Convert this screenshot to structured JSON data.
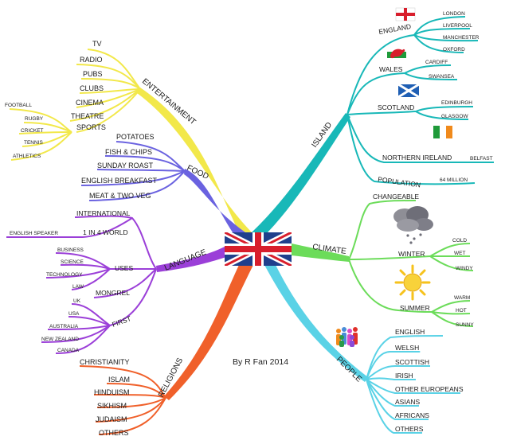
{
  "center": {
    "credit": "By R Fan 2014"
  },
  "colors": {
    "entertainment": "#f2e84a",
    "food": "#6a62e0",
    "language": "#9b3fd8",
    "religions": "#f0602a",
    "island": "#18b8b8",
    "climate": "#6cdc5a",
    "people": "#5ad2e6"
  },
  "branches": {
    "entertainment": {
      "label": "ENTERTAINMENT",
      "items": [
        "TV",
        "RADIO",
        "PUBS",
        "CLUBS",
        "CINEMA",
        "THEATRE",
        "SPORTS"
      ],
      "sports": [
        "FOOTBALL",
        "RUGBY",
        "CRICKET",
        "TENNIS",
        "ATHLETICS"
      ]
    },
    "food": {
      "label": "FOOD",
      "items": [
        "POTATOES",
        "FISH & CHIPS",
        "SUNDAY ROAST",
        "ENGLISH BREAKFAST",
        "MEAT & TWO VEG"
      ]
    },
    "language": {
      "label": "LANGUAGE",
      "international": "INTERNATIONAL",
      "one_in_four": "1 IN 4 WORLD",
      "english_speaker": "ENGLISH SPEAKER",
      "uses": "USES",
      "uses_items": [
        "BUSINESS",
        "SCIENCE",
        "TECHNOLOGY",
        "LAW"
      ],
      "mongrel": "MONGREL",
      "first": "FIRST",
      "first_items": [
        "UK",
        "USA",
        "AUSTRALIA",
        "NEW ZEALAND",
        "CANADA"
      ]
    },
    "religions": {
      "label": "RELIGIONS",
      "items": [
        "CHRISTIANITY",
        "ISLAM",
        "HINDUISM",
        "SIKHISM",
        "JUDAISM",
        "OTHERS"
      ]
    },
    "island": {
      "label": "ISLAND",
      "england": "ENGLAND",
      "england_cities": [
        "LONDON",
        "LIVERPOOL",
        "MANCHESTER",
        "OXFORD"
      ],
      "wales": "WALES",
      "wales_cities": [
        "CARDIFF",
        "SWANSEA"
      ],
      "scotland": "SCOTLAND",
      "scotland_cities": [
        "EDINBURGH",
        "GLASGOW"
      ],
      "northern_ireland": "NORTHERN IRELAND",
      "northern_ireland_city": "BELFAST",
      "population": "POPULATION",
      "population_value": "64 MILLION"
    },
    "climate": {
      "label": "CLIMATE",
      "changeable": "CHANGEABLE",
      "winter": "WINTER",
      "winter_items": [
        "COLD",
        "WET",
        "WINDY"
      ],
      "summer": "SUMMER",
      "summer_items": [
        "WARM",
        "HOT",
        "SUNNY"
      ]
    },
    "people": {
      "label": "PEOPLE",
      "items": [
        "ENGLISH",
        "WELSH",
        "SCOTTISH",
        "IRISH",
        "OTHER EUROPEANS",
        "ASIANS",
        "AFRICANS",
        "OTHERS"
      ]
    }
  }
}
